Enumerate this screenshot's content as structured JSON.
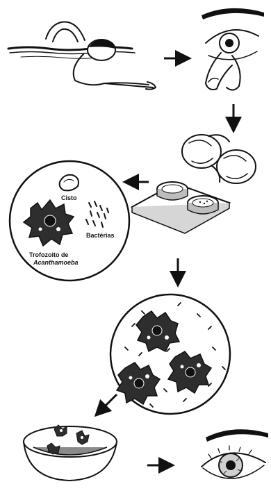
{
  "labels": {
    "cyst": "Cisto",
    "bacteria": "Bactérias",
    "trophozoite_line1": "Trofozoito de",
    "trophozoite_line2": "Acanthamoeba"
  },
  "colors": {
    "ink": "#111111",
    "paper": "#ffffff",
    "water": "#3a3a3a",
    "shade": "#555555"
  },
  "icons": [
    "swimmer-icon",
    "eye-contact-lens-icon",
    "lens-case-icon",
    "lens-pair-icon",
    "magnified-organisms-icon",
    "infected-culture-icon",
    "petri-dish-icon",
    "infected-eye-icon",
    "arrow-icon"
  ]
}
